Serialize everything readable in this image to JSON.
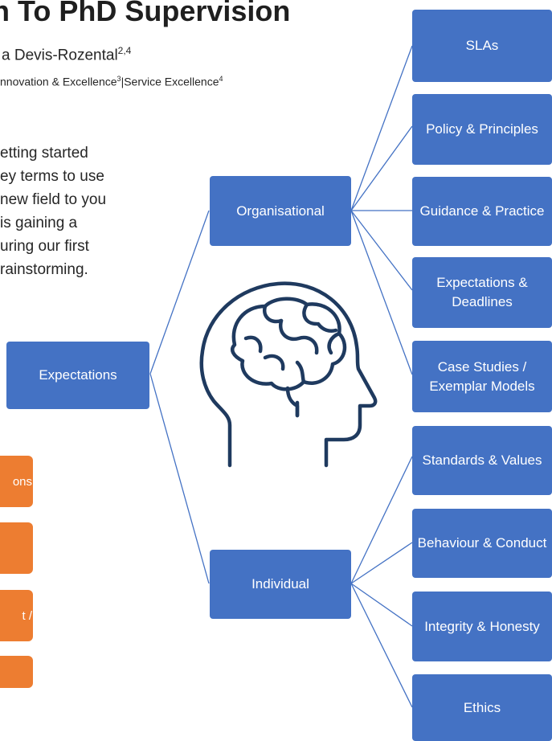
{
  "header": {
    "title": "ch To PhD Supervision",
    "authors": "a Devis-Rozental",
    "authors_sup": "2,4",
    "affiliation_a": "nnovation & Excellence",
    "affiliation_a_sup": "3",
    "affiliation_sep": "|",
    "affiliation_b": "Service Excellence",
    "affiliation_b_sup": "4"
  },
  "intro_lines": [
    "etting started",
    "ey terms to use",
    "new field to you",
    " is gaining a",
    "uring our first",
    "rainstorming."
  ],
  "diagram": {
    "root": "Expectations",
    "organisational": "Organisational",
    "individual": "Individual",
    "org_items": [
      "SLAs",
      "Policy & Principles",
      "Guidance & Practice",
      "Expectations & Deadlines",
      "Case Studies / Exemplar Models"
    ],
    "ind_items": [
      "Standards & Values",
      "Behaviour & Conduct",
      "Integrity & Honesty",
      "Ethics"
    ],
    "left_fragments": [
      "ons",
      "",
      "t /",
      ""
    ],
    "colors": {
      "blue": "#4472c4",
      "orange": "#ed7d31",
      "line": "#4472c4",
      "icon": "#1f3a5f"
    },
    "icon": "head-brain-icon"
  }
}
